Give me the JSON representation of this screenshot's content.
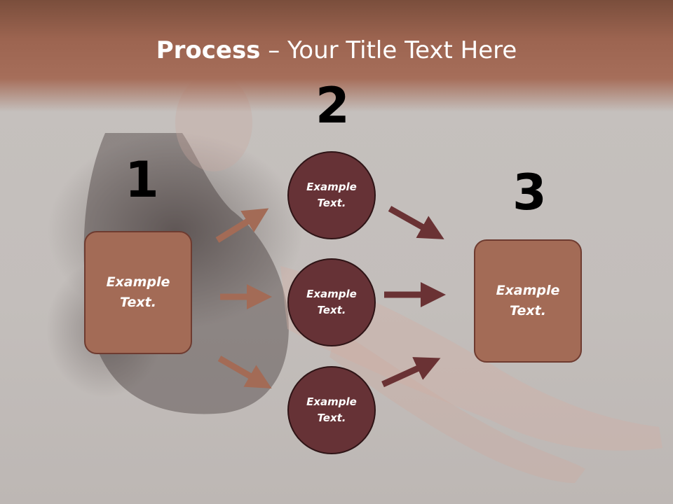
{
  "title": {
    "bold": "Process",
    "rest": " – Your Title Text Here"
  },
  "steps": {
    "one": "1",
    "two": "2",
    "three": "3"
  },
  "boxes": {
    "left": {
      "line1": "Example",
      "line2": "Text."
    },
    "right": {
      "line1": "Example",
      "line2": "Text."
    }
  },
  "circles": {
    "top": {
      "line1": "Example",
      "line2": "Text."
    },
    "middle": {
      "line1": "Example",
      "line2": "Text."
    },
    "bottom": {
      "line1": "Example",
      "line2": "Text."
    }
  },
  "colors": {
    "title_band": "#a66e5a",
    "box_fill": "#a36b56",
    "circle_fill": "#663236",
    "arrow_light": "#a36b56",
    "arrow_dark": "#6a3234"
  }
}
